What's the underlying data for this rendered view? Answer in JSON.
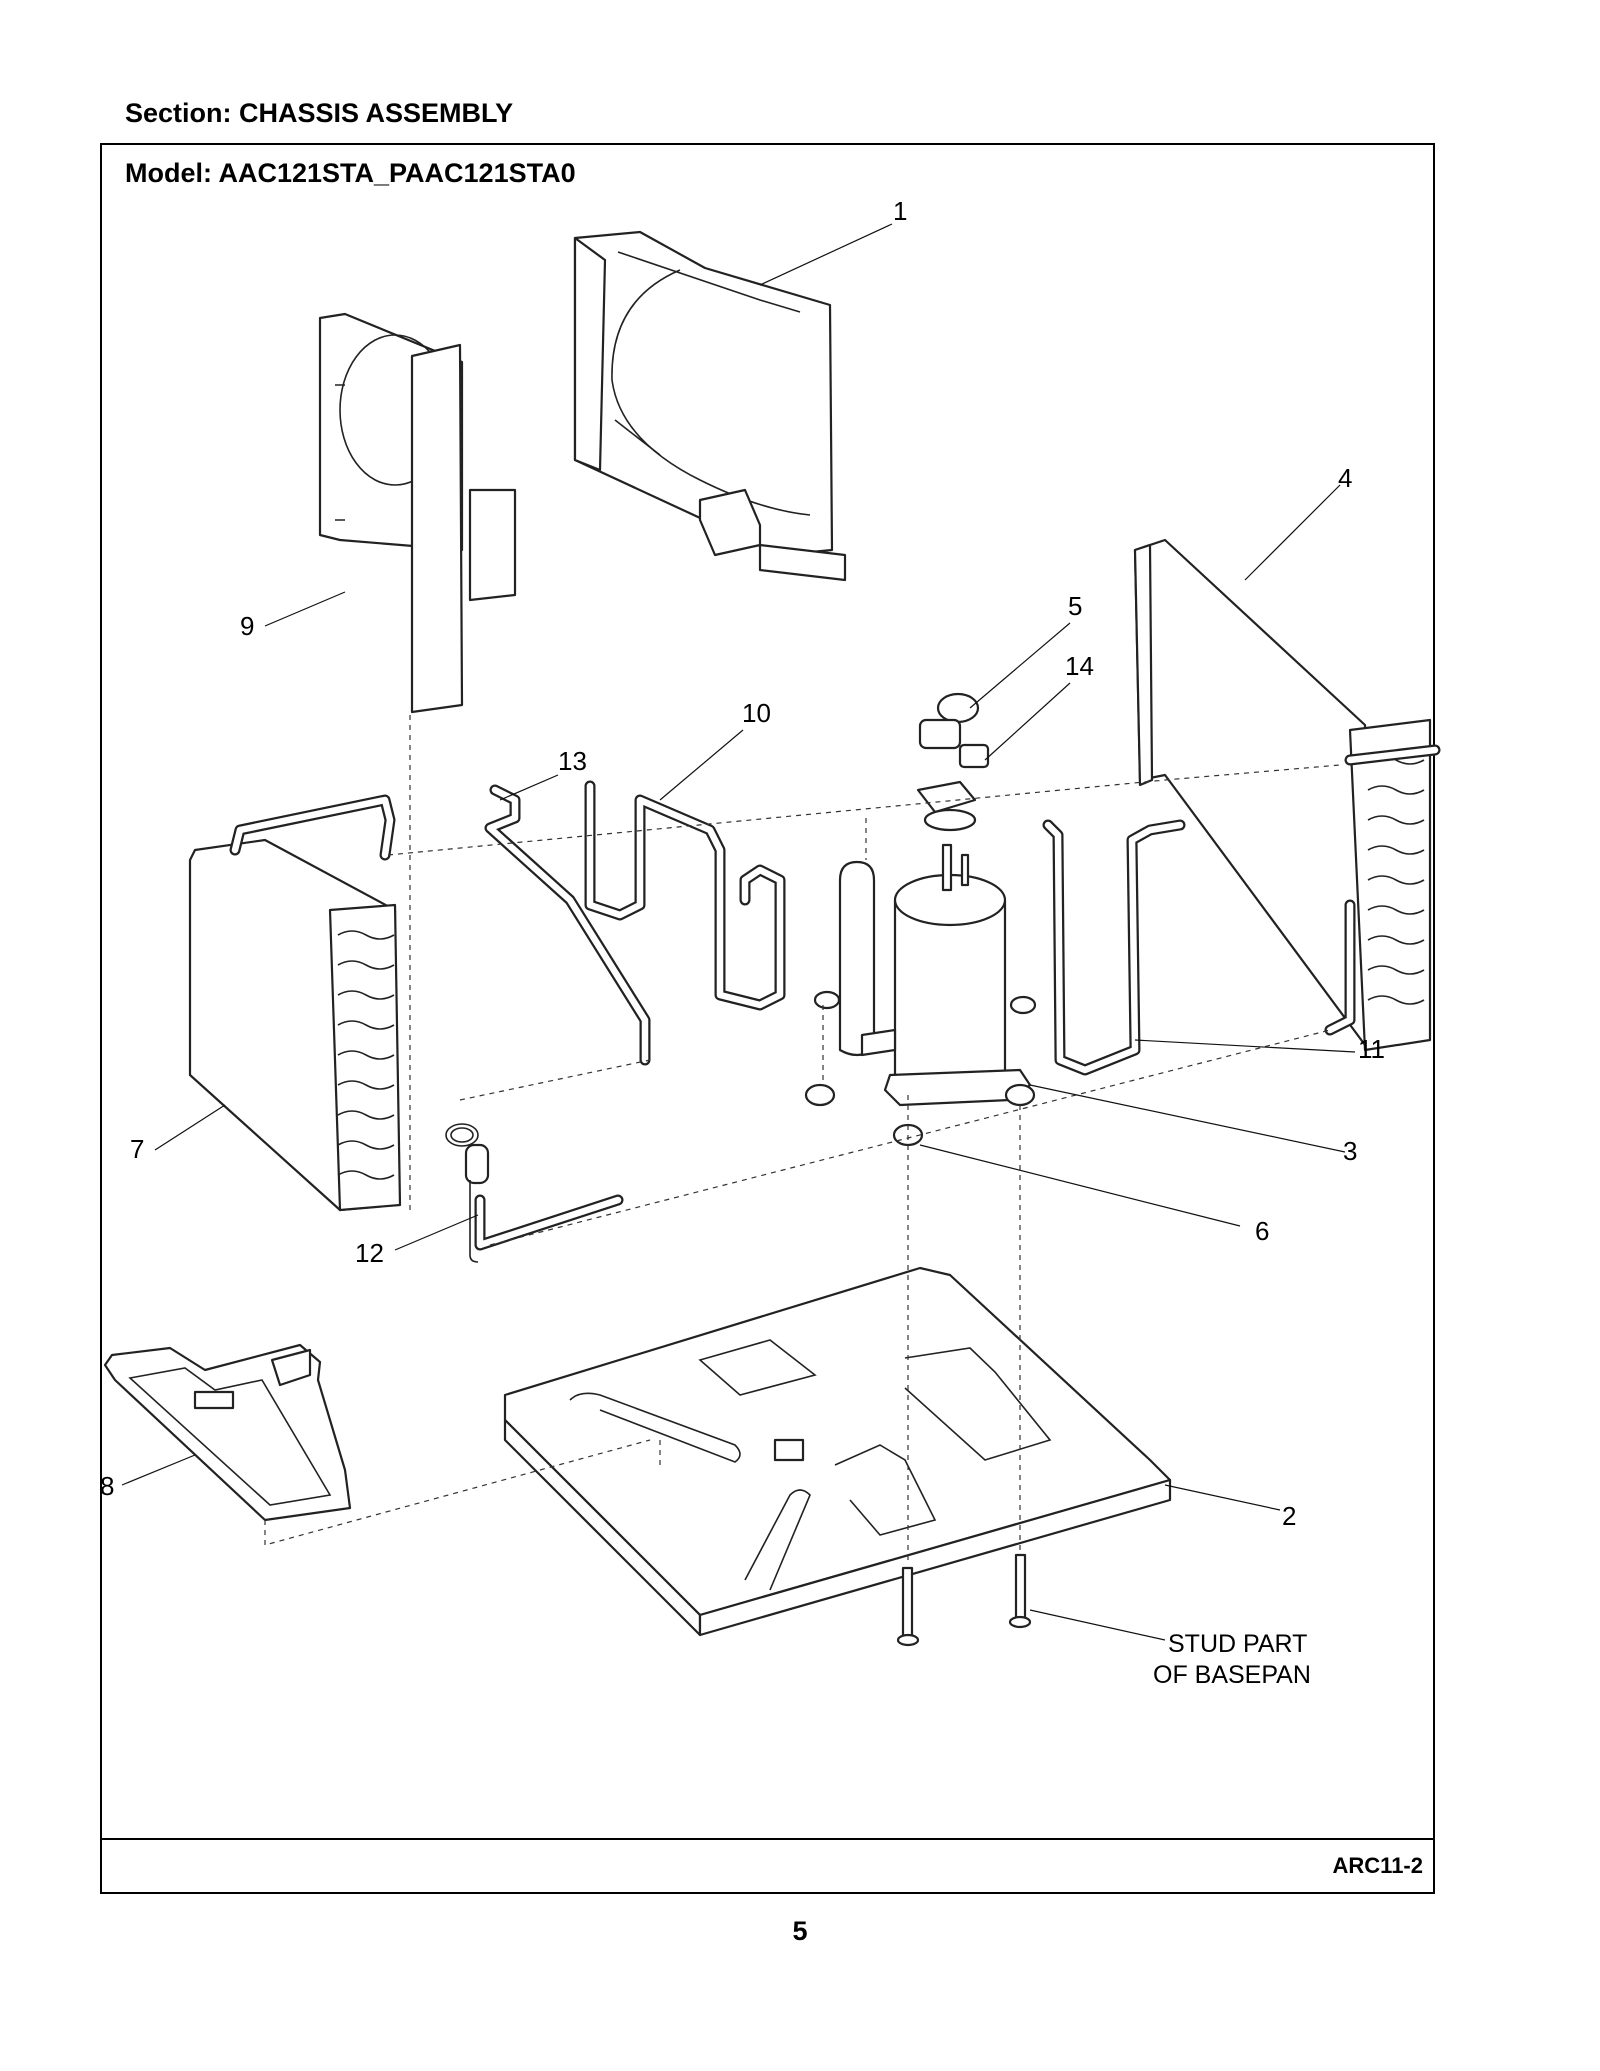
{
  "header": {
    "section": "Section:  CHASSIS ASSEMBLY"
  },
  "diagram": {
    "model": "Model:  AAC121STA_PAAC121STA0",
    "callouts": [
      "1",
      "2",
      "3",
      "4",
      "5",
      "6",
      "7",
      "8",
      "9",
      "10",
      "11",
      "12",
      "13",
      "14"
    ],
    "note_line1": "STUD PART",
    "note_line2": "OF BASEPAN"
  },
  "footer": {
    "doc_code": "ARC11-2",
    "page_number": "5"
  }
}
